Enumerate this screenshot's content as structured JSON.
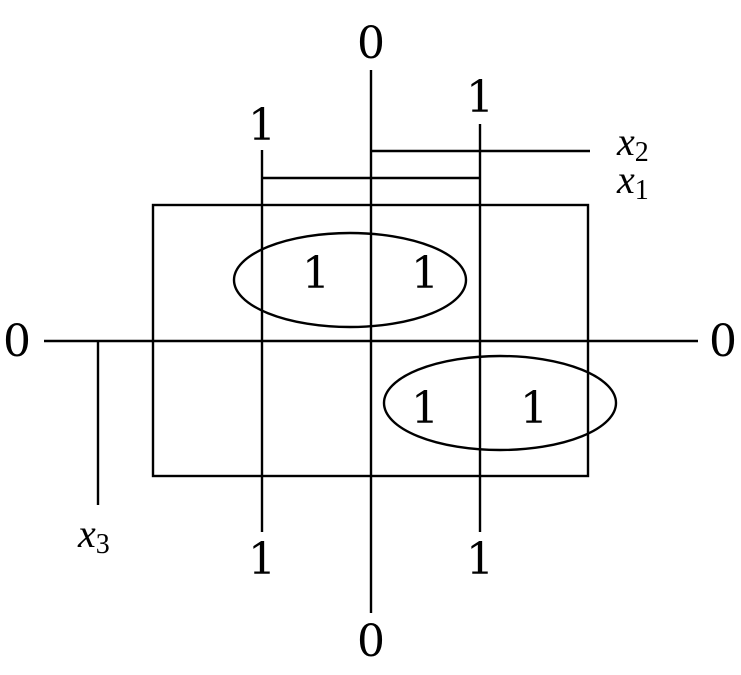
{
  "diagram": {
    "axis_labels": {
      "top_zero": "0",
      "bottom_zero": "0",
      "left_zero": "0",
      "right_zero": "0",
      "top_left_one": "1",
      "top_right_one": "1",
      "bottom_left_one": "1",
      "bottom_right_one": "1"
    },
    "variables": {
      "x2": {
        "base": "x",
        "sub": "2"
      },
      "x1": {
        "base": "x",
        "sub": "1"
      },
      "x3": {
        "base": "x",
        "sub": "3"
      }
    },
    "cells": {
      "top_left": "1",
      "top_right": "1",
      "bottom_left": "1",
      "bottom_right": "1"
    }
  }
}
